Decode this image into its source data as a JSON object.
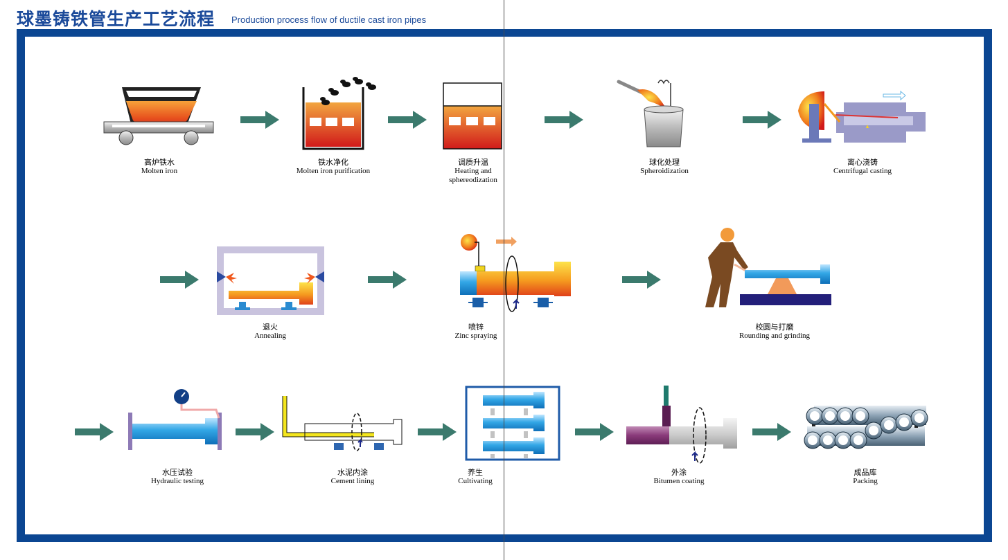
{
  "title_zh": "球墨铸铁管生产工艺流程",
  "title_en": "Production process flow of ductile cast iron pipes",
  "colors": {
    "frame": "#0b4692",
    "arrow": "#3b7a6d",
    "title": "#1b4a9a"
  },
  "steps": [
    {
      "zh": "高炉铁水",
      "en": "Molten iron"
    },
    {
      "zh": "铁水净化",
      "en": "Molten iron purification"
    },
    {
      "zh": "调质升温",
      "en": "Heating and",
      "en2": "sphereodization"
    },
    {
      "zh": "球化处理",
      "en": "Spheroidization"
    },
    {
      "zh": "离心浇铸",
      "en": "Centrifugal casting"
    },
    {
      "zh": "退火",
      "en": "Annealing"
    },
    {
      "zh": "喷锌",
      "en": "Zinc spraying"
    },
    {
      "zh": "校圆与打磨",
      "en": "Rounding and grinding"
    },
    {
      "zh": "水压试验",
      "en": "Hydraulic testing"
    },
    {
      "zh": "水泥内涂",
      "en": "Cement lining"
    },
    {
      "zh": "养生",
      "en": "Cultivating"
    },
    {
      "zh": "外涂",
      "en": "Bitumen coating"
    },
    {
      "zh": "成品库",
      "en": "Packing"
    }
  ]
}
